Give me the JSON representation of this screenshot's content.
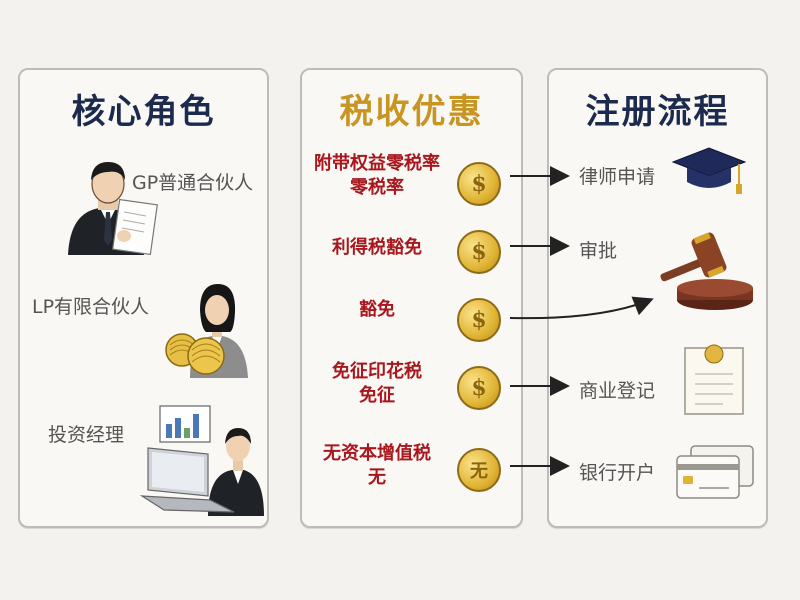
{
  "columns": {
    "roles": {
      "title": "核心角色",
      "items": [
        {
          "label": "GP普通合伙人",
          "icon": "businessman-document-icon"
        },
        {
          "label": "LP有限合伙人",
          "icon": "businesswoman-gold-coins-icon"
        },
        {
          "label": "投资经理",
          "icon": "manager-laptop-icon"
        }
      ]
    },
    "tax": {
      "title": "税收优惠",
      "items": [
        {
          "line1": "附带权益零税率",
          "line2": "零税率",
          "coin": "$"
        },
        {
          "line1": "利得税豁免",
          "line2": "",
          "coin": "$"
        },
        {
          "line1": "豁免",
          "line2": "",
          "coin": "$"
        },
        {
          "line1": "免征印花税",
          "line2": "免征",
          "coin": "$"
        },
        {
          "line1": "无资本增值税",
          "line2": "无",
          "coin": "无"
        }
      ]
    },
    "process": {
      "title": "注册流程",
      "steps": [
        {
          "label": "律师申请",
          "icon": "graduation-cap-icon"
        },
        {
          "label": "审批",
          "icon": "gavel-icon"
        },
        {
          "label": "商业登记",
          "icon": "certificate-icon"
        },
        {
          "label": "银行开户",
          "icon": "bank-cards-icon"
        }
      ]
    }
  },
  "colors": {
    "navy": "#1c2a4e",
    "gold": "#c89522",
    "red": "#a8171d",
    "gray_text": "#555555"
  }
}
